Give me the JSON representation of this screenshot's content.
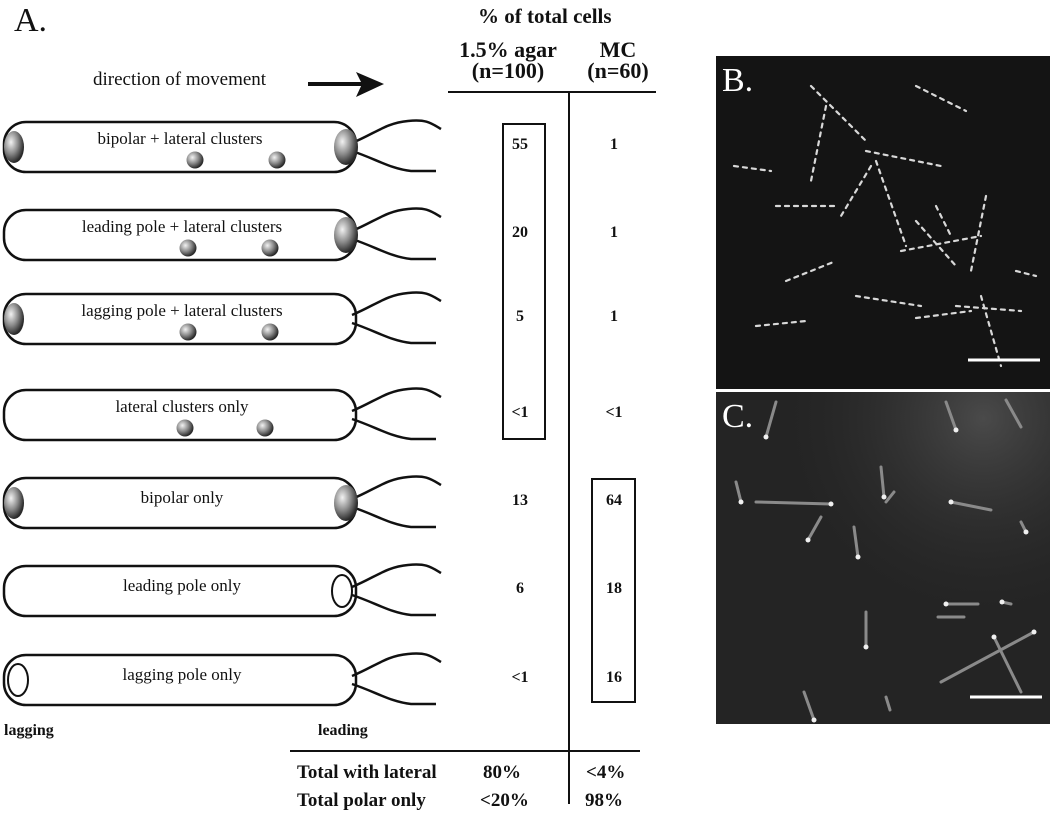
{
  "panel_a": {
    "letter": "A.",
    "header": "% of total cells",
    "col1_title": "1.5% agar",
    "col1_n": "(n=100)",
    "col2_title": "MC",
    "col2_n": "(n=60)",
    "direction_label": "direction of movement",
    "lagging_label": "lagging",
    "leading_label": "leading",
    "rows": [
      {
        "label": "bipolar + lateral clusters",
        "agar": "55",
        "mc": "1",
        "lag_cluster": true,
        "lead_cluster": true,
        "lead_open": false,
        "lag_open": false,
        "lateral": true
      },
      {
        "label": "leading pole + lateral clusters",
        "agar": "20",
        "mc": "1",
        "lag_cluster": false,
        "lead_cluster": true,
        "lead_open": false,
        "lag_open": false,
        "lateral": true
      },
      {
        "label": "lagging pole + lateral clusters",
        "agar": "5",
        "mc": "1",
        "lag_cluster": true,
        "lead_cluster": false,
        "lead_open": false,
        "lag_open": false,
        "lateral": true
      },
      {
        "label": "lateral clusters only",
        "agar": "<1",
        "mc": "<1",
        "lag_cluster": false,
        "lead_cluster": false,
        "lead_open": false,
        "lag_open": false,
        "lateral": true
      },
      {
        "label": "bipolar only",
        "agar": "13",
        "mc": "64",
        "lag_cluster": true,
        "lead_cluster": true,
        "lead_open": false,
        "lag_open": false,
        "lateral": false
      },
      {
        "label": "leading pole only",
        "agar": "6",
        "mc": "18",
        "lag_cluster": false,
        "lead_cluster": false,
        "lead_open": true,
        "lag_open": false,
        "lateral": false
      },
      {
        "label": "lagging pole only",
        "agar": "<1",
        "mc": "16",
        "lag_cluster": false,
        "lead_cluster": false,
        "lead_open": false,
        "lag_open": true,
        "lateral": false
      }
    ],
    "totals": [
      {
        "label": "Total with lateral",
        "agar": "80%",
        "mc": "<4%"
      },
      {
        "label": "Total polar only",
        "agar": "<20%",
        "mc": "98%"
      }
    ]
  },
  "panel_b": {
    "letter": "B."
  },
  "panel_c": {
    "letter": "C."
  }
}
